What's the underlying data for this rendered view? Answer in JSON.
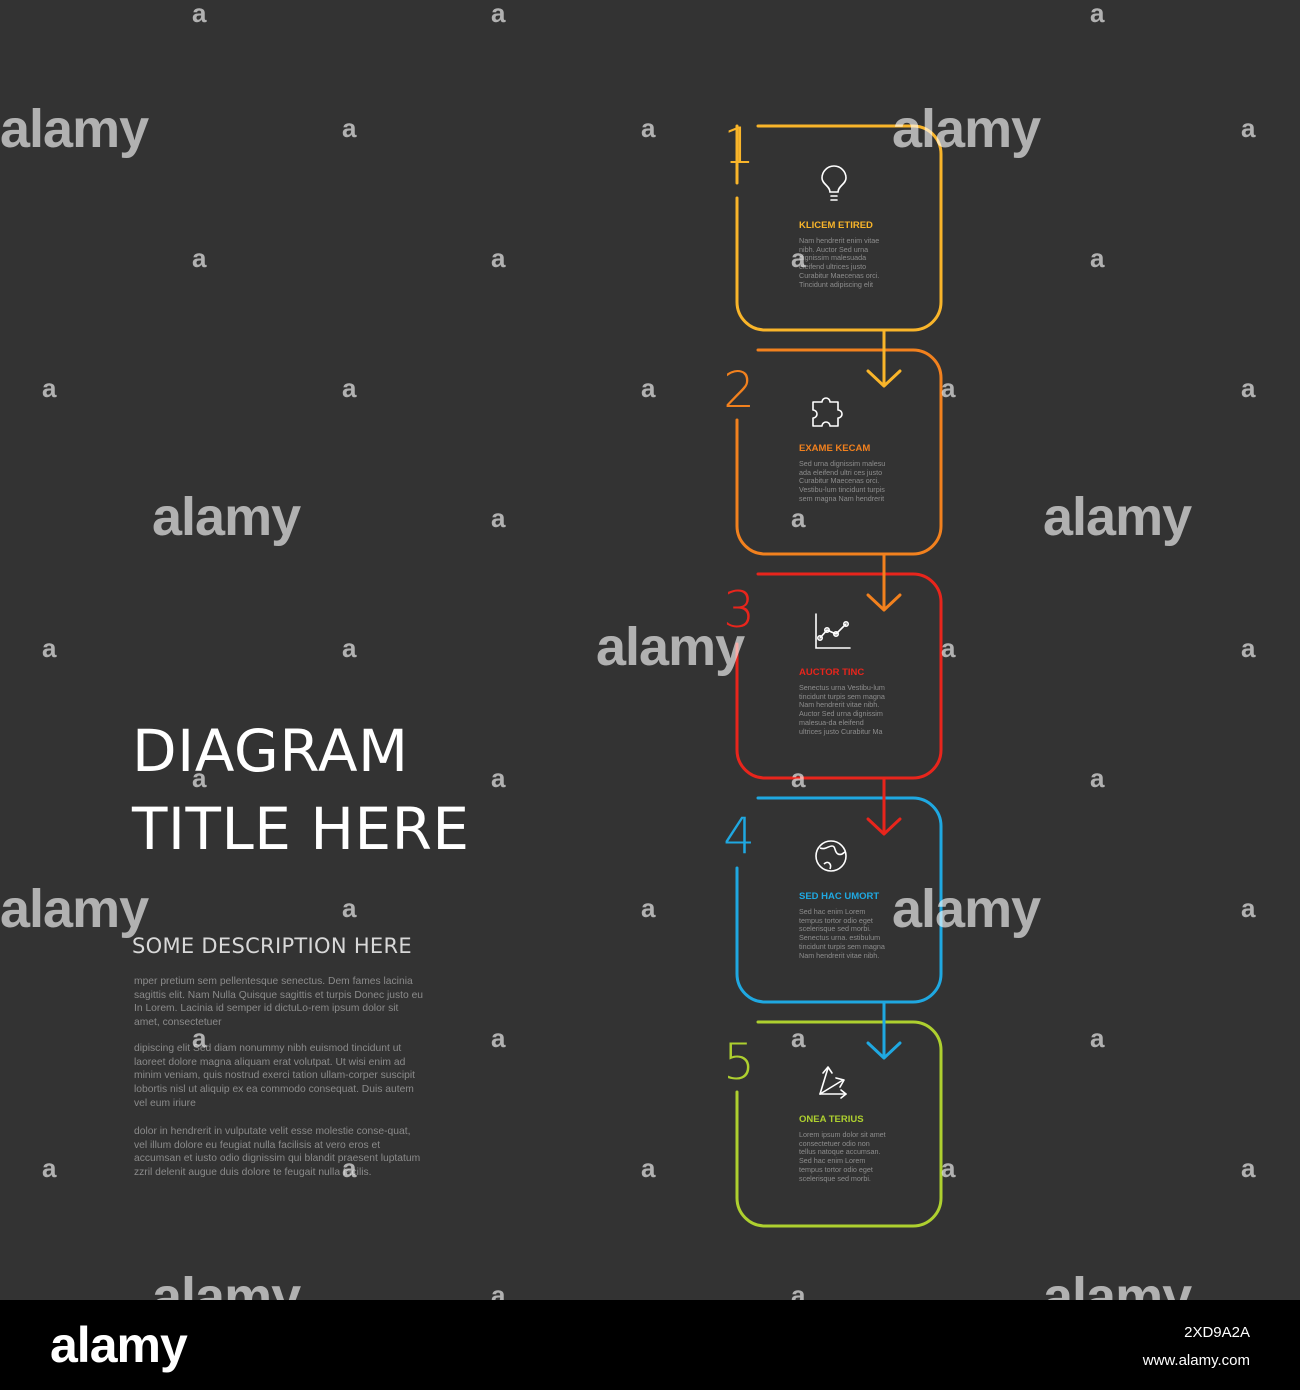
{
  "title": {
    "line1": "DIAGRAM",
    "line2": "TITLE HERE"
  },
  "subtitle": "SOME DESCRIPTION HERE",
  "paragraphs": [
    "mper pretium sem pellentesque senectus. Dem fames lacinia sagittis elit. Nam Nulla Quisque sagittis et turpis Donec justo eu In Lorem. Lacinia id semper id dictuLo-rem ipsum dolor sit amet, consectetuer",
    "dipiscing elit Sed diam nonummy nibh euismod tincidunt ut laoreet dolore magna aliquam erat volutpat. Ut wisi enim ad minim veniam, quis nostrud exerci tation ullam-corper suscipit lobortis nisl ut aliquip ex ea commodo consequat. Duis autem vel eum iriure",
    "dolor in hendrerit in vulputate velit esse molestie conse-quat, vel illum dolore eu feugiat nulla facilisis at vero eros et accumsan et iusto odio dignissim qui blandit praesent luptatum zzril delenit augue duis dolore te feugait nulla facilis."
  ],
  "steps": [
    {
      "number": "1",
      "icon": "lightbulb-icon",
      "color": "#f9b52a",
      "title": "KLICEM ETIRED",
      "text": "Nam hendrerit enim vitae nibh. Auctor Sed urna dignissim malesuada eleifend ultrices justo Curabitur Maecenas orci. Tincidunt adipiscing elit"
    },
    {
      "number": "2",
      "icon": "puzzle-icon",
      "color": "#f2811e",
      "title": "EXAME KECAM",
      "text": "Sed urna dignissim malesu ada eleifend ultri ces justo Curabitur Maecenas orci. Vestibu-lum tincidunt turpis sem magna Nam hendrerit"
    },
    {
      "number": "3",
      "icon": "chart-icon",
      "color": "#e8251c",
      "title": "AUCTOR TINC",
      "text": "Senectus urna Vestibu-lum tincidunt turpis sem magna Nam hendrerit vitae nibh. Auctor Sed urna dignissim malesua-da eleifend ultrices justo Curabitur Ma"
    },
    {
      "number": "4",
      "icon": "globe-icon",
      "color": "#1fa8e1",
      "title": "SED HAC UMORT",
      "text": "Sed hac enim Lorem tempus tortor odio eget scelerisque sed morbi. Senectus urna. estibulum tincidunt turpis sem magna Nam hendrerit vitae nibh."
    },
    {
      "number": "5",
      "icon": "arrows-icon",
      "color": "#aed02f",
      "title": "ONEA TERIUS",
      "text": "Lorem ipsum dolor sit amet consectetuer odio non tellus natoque accumsan. Sed hac enim Lorem tempus tortor odio eget scelerisque sed morbi."
    }
  ],
  "watermark": {
    "logo": "alamy",
    "letter": "a"
  },
  "footer": {
    "logo": "alamy",
    "image_id": "2XD9A2A",
    "url": "www.alamy.com"
  }
}
